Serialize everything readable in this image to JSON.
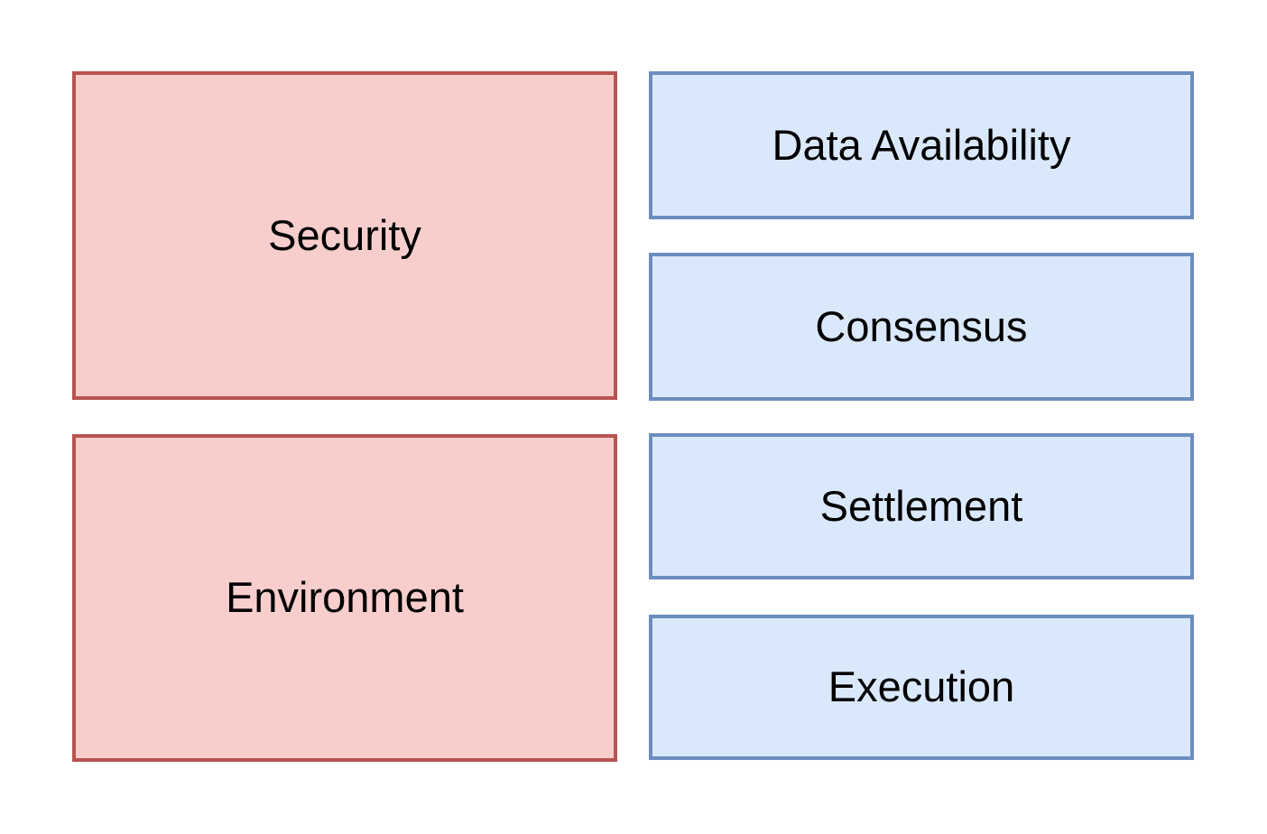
{
  "diagram": {
    "background": "#ffffff",
    "colors": {
      "red_fill": "#f8cecc",
      "red_stroke": "#b85450",
      "blue_fill": "#dae8fc",
      "blue_stroke": "#6c8ebf",
      "text": "#000000"
    },
    "left_column": {
      "security": {
        "label": "Security"
      },
      "environment": {
        "label": "Environment"
      }
    },
    "right_column": {
      "data_availability": {
        "label": "Data Availability"
      },
      "consensus": {
        "label": "Consensus"
      },
      "settlement": {
        "label": "Settlement"
      },
      "execution": {
        "label": "Execution"
      }
    }
  }
}
